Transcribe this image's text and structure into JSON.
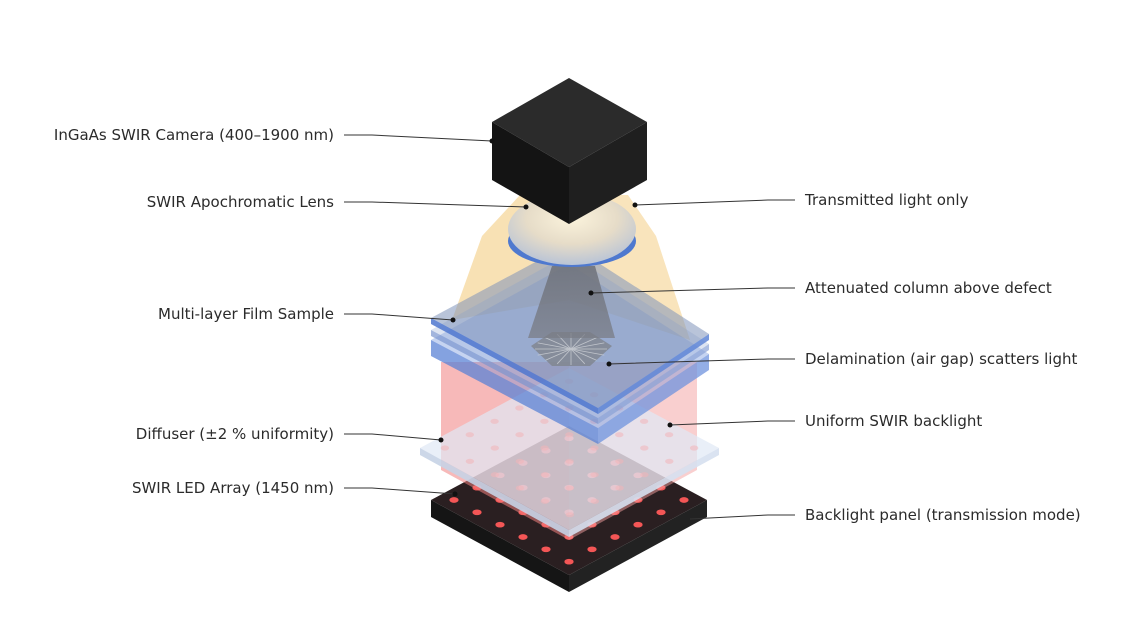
{
  "labels": {
    "left": {
      "camera": "InGaAs SWIR Camera (400–1900 nm)",
      "lens": "SWIR Apochromatic Lens",
      "film": "Multi-layer Film Sample",
      "diffuser": "Diffuser (±2 % uniformity)",
      "led_array": "SWIR LED Array (1450 nm)"
    },
    "right": {
      "transmitted": "Transmitted light only",
      "attenuated": "Attenuated column above defect",
      "delamination": "Delamination (air gap) scatters light",
      "backlight": "Uniform SWIR backlight",
      "panel": "Backlight panel (transmission mode)"
    }
  },
  "colors": {
    "camera_body": "#1c1c1c",
    "transmitted_light": "#f2c46a",
    "swir_backlight": "#f08080",
    "film_layer": "#5b83d6",
    "diffuser": "#dfe8f5",
    "led_panel": "#1a1a1a",
    "led": "#ff5a5a"
  }
}
